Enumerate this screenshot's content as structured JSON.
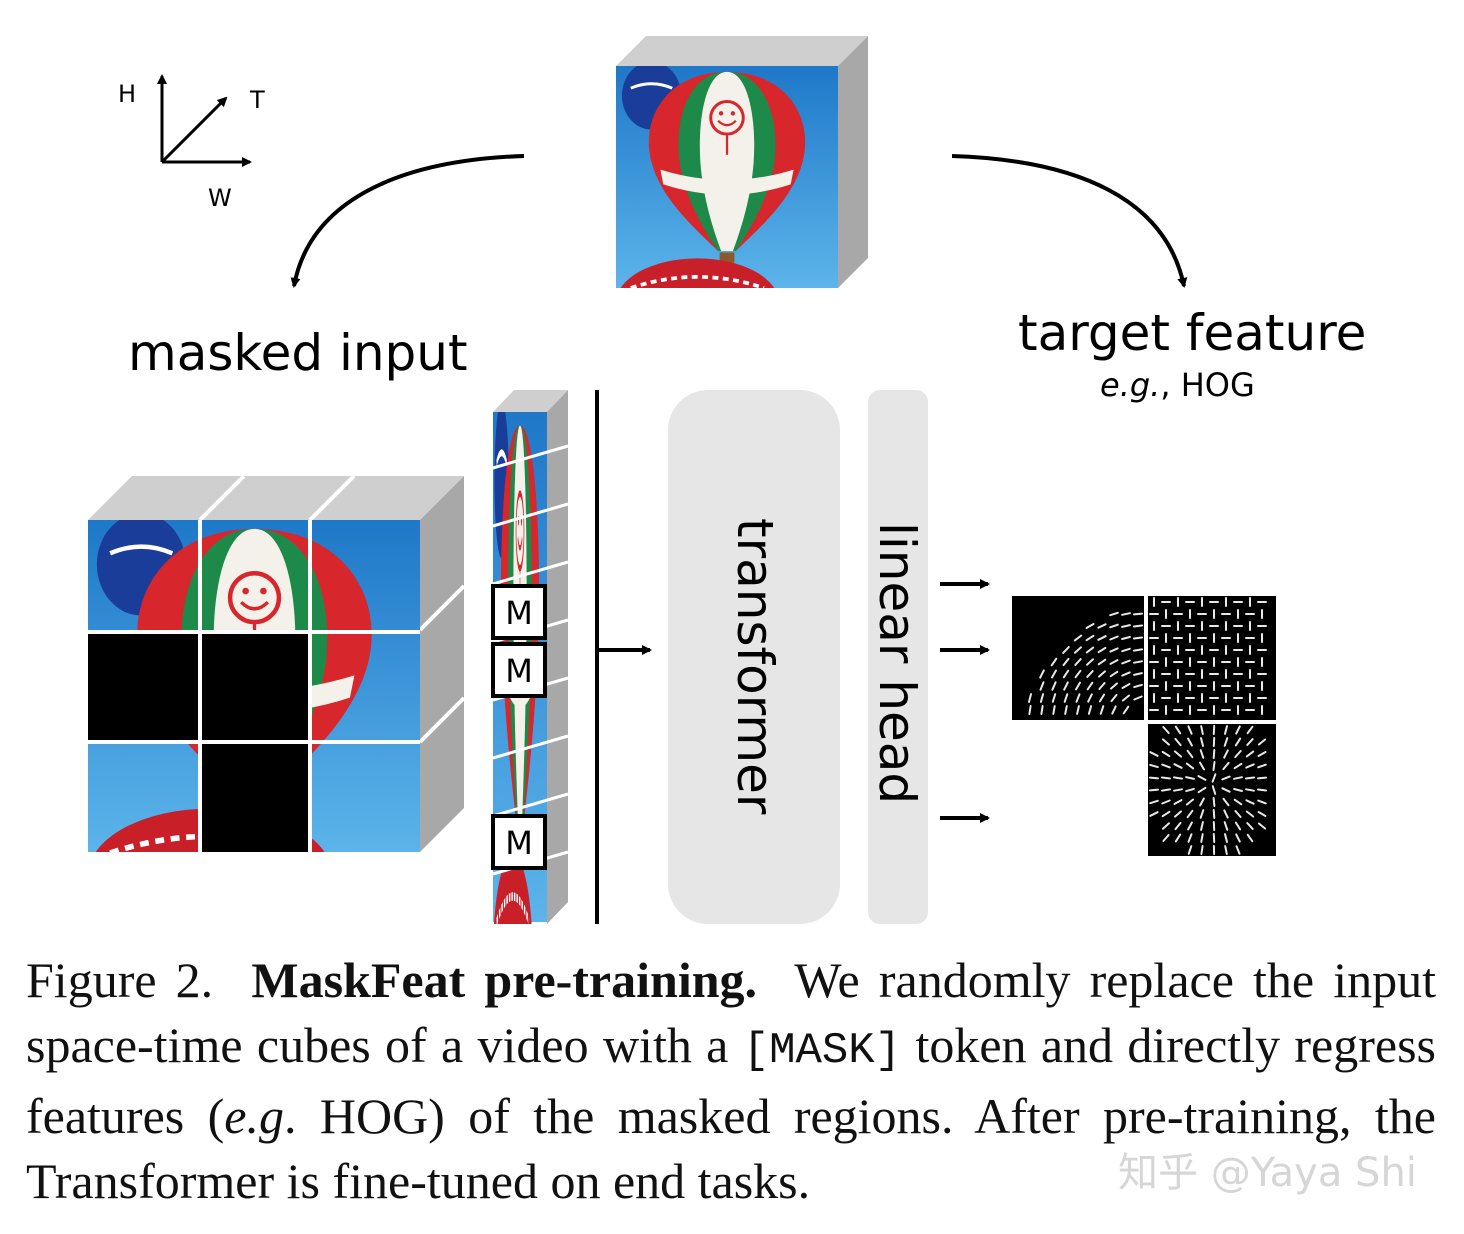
{
  "axes": {
    "h": "H",
    "t": "T",
    "w": "W"
  },
  "labels": {
    "masked_input": "masked input",
    "target_feature": "target feature",
    "target_feature_example_prefix": "e.g.",
    "target_feature_example_suffix": ", HOG",
    "transformer": "transformer",
    "linear_head": "linear head",
    "mask_token": "M"
  },
  "caption": {
    "figure_number": "Figure 2.",
    "title": "MaskFeat pre-training.",
    "text1": "We randomly replace the input space-time cubes of a video with a",
    "mask_token": "[MASK]",
    "text2": "token and directly regress features (",
    "eg": "e.g",
    "text3": ". HOG) of the masked regions. After pre-training, the Transformer is fine-tuned on end tasks."
  },
  "watermark": "知乎 @Yaya Shi",
  "colors": {
    "sky_top": "#1f78c8",
    "sky_bottom": "#5cb4ea",
    "balloon_red": "#d7262c",
    "balloon_green": "#1e8a4a",
    "block_gray": "#e6e6e6",
    "cube_side": "#a8a8a8",
    "cube_top": "#cfcfcf",
    "mask_black": "#000000"
  }
}
